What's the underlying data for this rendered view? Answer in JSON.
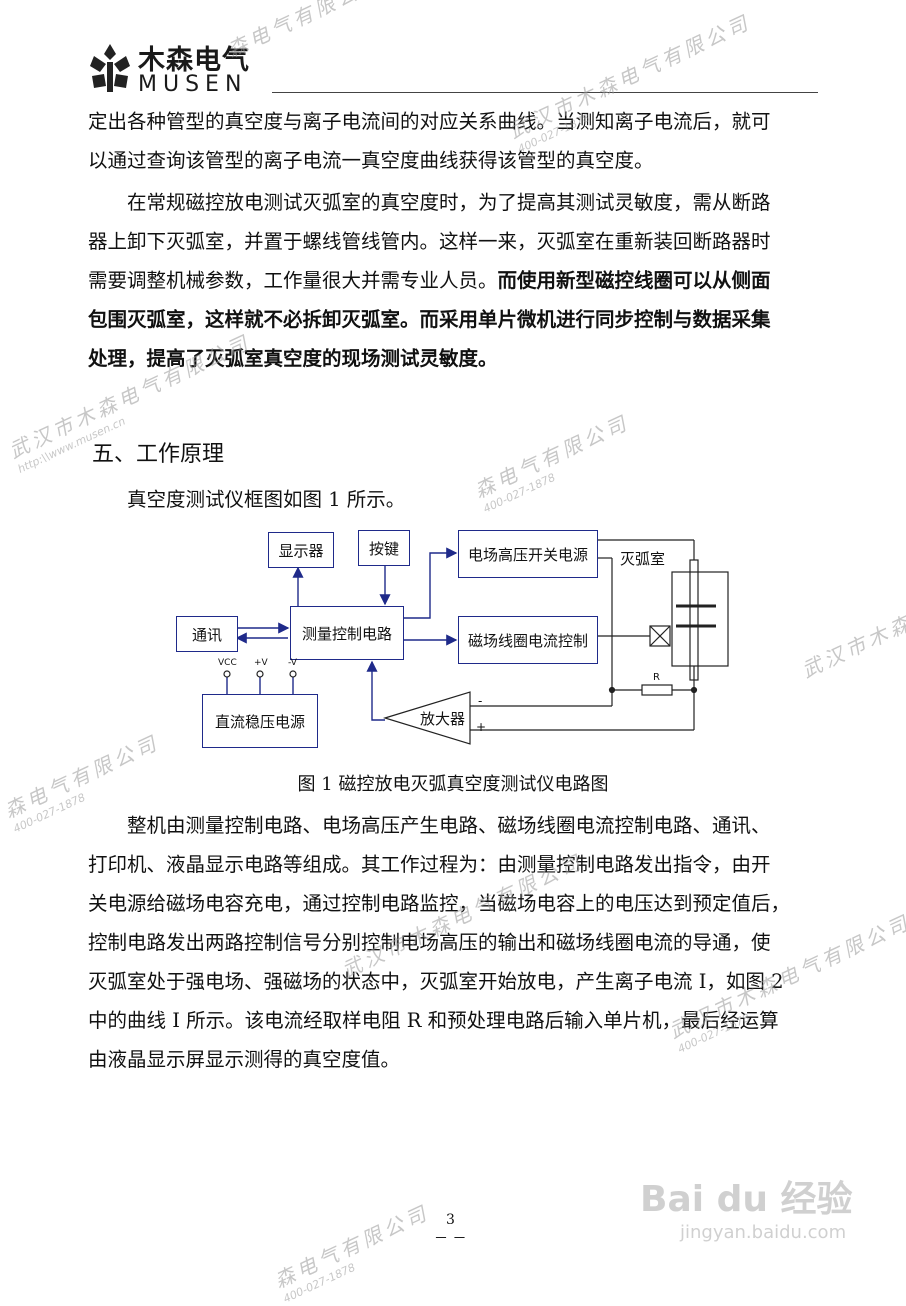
{
  "header": {
    "logo_cn": "木森电气",
    "logo_en": "MUSEN"
  },
  "intro": {
    "lines": [
      "定出各种管型的真空度与离子电流间的对应关系曲线。当测知离子电流后，就可",
      "以通过查询该管型的离子电流一真空度曲线获得该管型的真空度。"
    ]
  },
  "para2": {
    "lines": [
      "在常规磁控放电测试灭弧室的真空度时，为了提高其测试灵敏度，需从断路",
      "器上卸下灭弧室，并置于螺线管线管内。这样一来，灭弧室在重新装回断路器时",
      "需要调整机械参数，工作量很大并需专业人员。"
    ],
    "bold_tail": "而使用新型磁控线圈可以从侧面",
    "bold_lines": [
      "包围灭弧室，这样就不必拆卸灭弧室。而采用单片微机进行同步控制与数据采集",
      "处理，提高了灭弧室真空度的现场测试灵敏度。"
    ]
  },
  "section": {
    "heading": "五、工作原理",
    "intro": "真空度测试仪框图如图 1 所示。"
  },
  "diagram": {
    "display": "显示器",
    "keys": "按键",
    "hv_supply": "电场高压开关电源",
    "control": "测量控制电路",
    "comm": "通讯",
    "coil_ctrl": "磁场线圈电流控制",
    "dc_supply": "直流稳压电源",
    "amp": "放大器",
    "chamber": "灭弧室",
    "resistor": "R",
    "vcc": "VCC",
    "pos_v": "+V",
    "neg_v": "-V",
    "minus": "-",
    "plus": "+"
  },
  "figure_caption": "图 1  磁控放电灭弧真空度测试仪电路图",
  "para3": {
    "lines": [
      "整机由测量控制电路、电场高压产生电路、磁场线圈电流控制电路、通讯、",
      "打印机、液晶显示电路等组成。其工作过程为：由测量控制电路发出指令，由开",
      "关电源给磁场电容充电，通过控制电路监控，当磁场电容上的电压达到预定值后，",
      "控制电路发出两路控制信号分别控制电场高压的输出和磁场线圈电流的导通，使",
      "灭弧室处于强电场、强磁场的状态中，灭弧室开始放电，产生离子电流 I，如图 2",
      "中的曲线 I 所示。该电流经取样电阻 R 和预处理电路后输入单片机，最后经运算",
      "由液晶显示屏显示测得的真空度值。"
    ]
  },
  "footer": {
    "page_number": "3",
    "dash": "－  －"
  },
  "watermark": {
    "company": "武汉市木森电气有限公司",
    "company_short": "森电气有限公司",
    "phone": "400-027-1878",
    "site": "http:\\\\www.musen.cn",
    "baidu": "Bai du 经验",
    "baidu_url": "jingyan.baidu.com"
  }
}
